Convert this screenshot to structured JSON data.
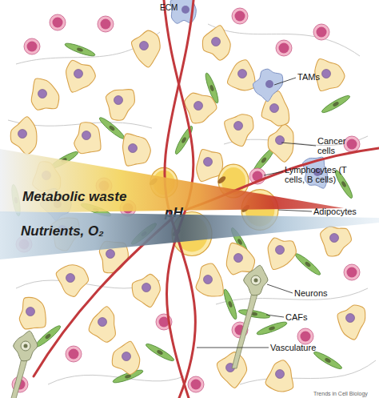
{
  "diagram": {
    "nodes": [
      {
        "text": [
          "Metabolic waste",
          "pH"
        ]
      },
      {
        "text": [
          "Nutrients, O₂"
        ]
      }
    ],
    "labels": [
      "ECM",
      "TAMs",
      "Cancer cells",
      "Lymphocytes (T cells, B cells)",
      "Adipocytes",
      "Neurons",
      "CAFs",
      "Vasculature",
      "Trends in Cell Biology"
    ]
  }
}
